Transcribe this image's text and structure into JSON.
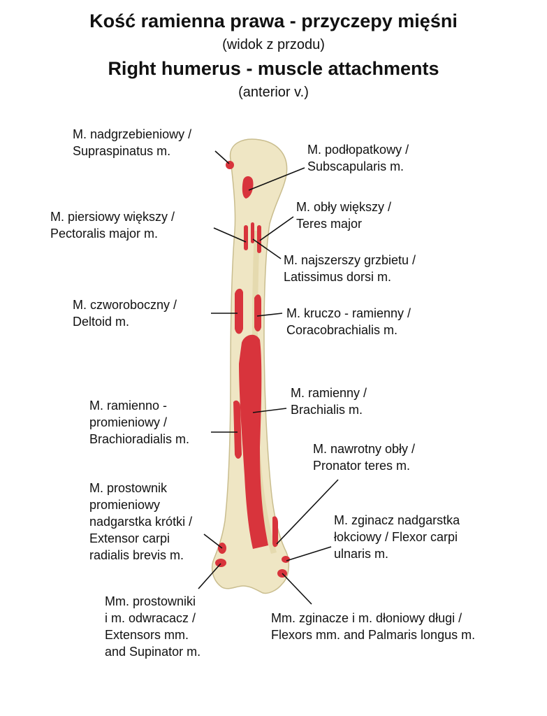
{
  "title": {
    "pl": "Kość ramienna prawa - przyczepy mięśni",
    "pl_sub": "(widok z przodu)",
    "en": "Right humerus - muscle attachments",
    "en_sub": "(anterior v.)"
  },
  "colors": {
    "bone": "#efe6c4",
    "bone_shade": "#d9cfa6",
    "muscle": "#d8343c",
    "line": "#111111"
  },
  "labels": {
    "supraspinatus": [
      "M. nadgrzebieniowy /",
      "Supraspinatus m."
    ],
    "subscapularis": [
      "M. podłopatkowy /",
      "Subscapularis m."
    ],
    "teres_major": [
      "M. obły większy /",
      "Teres major"
    ],
    "pectoralis_major": [
      "M. piersiowy większy /",
      "Pectoralis major m."
    ],
    "latissimus": [
      "M. najszerszy grzbietu /",
      "Latissimus dorsi m."
    ],
    "deltoid": [
      "M. czworoboczny /",
      "Deltoid m."
    ],
    "coracobrachialis": [
      "M. kruczo - ramienny /",
      "Coracobrachialis m."
    ],
    "brachialis": [
      "M. ramienny /",
      "Brachialis m."
    ],
    "brachioradialis": [
      "M. ramienno -",
      "promieniowy /",
      "Brachioradialis m."
    ],
    "pronator_teres": [
      "M. nawrotny obły /",
      "Pronator teres m."
    ],
    "ecrb": [
      "M. prostownik",
      "promieniowy",
      "nadgarstka krótki /",
      "Extensor carpi",
      "radialis brevis m."
    ],
    "fcu": [
      "M. zginacz nadgarstka",
      "łokciowy / Flexor carpi",
      "ulnaris m."
    ],
    "extensors": [
      "Mm. prostowniki",
      "i m. odwracacz /",
      "Extensors mm.",
      "and Supinator m."
    ],
    "flexors": [
      "Mm. zginacze i m. dłoniowy długi /",
      "Flexors mm. and Palmaris longus m."
    ]
  }
}
